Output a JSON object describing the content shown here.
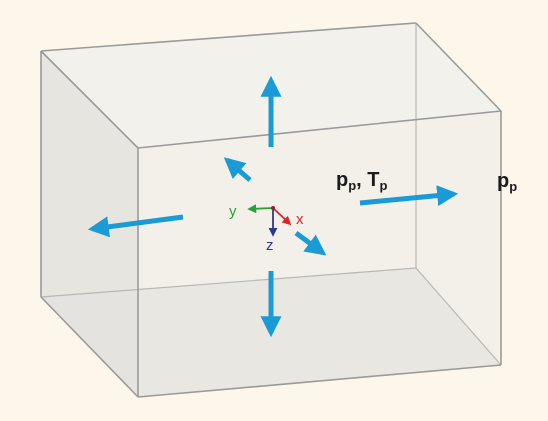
{
  "diagram": {
    "labels": {
      "inner_symbol": "p",
      "inner_sub": "p",
      "inner_separator": ", ",
      "inner_symbol2": "T",
      "inner_sub2": "p",
      "outer_symbol": "p",
      "outer_sub": "p"
    },
    "axes": {
      "x": "x",
      "y": "y",
      "z": "z"
    },
    "colors": {
      "background": "#fdf6ea",
      "box_edge": "#9a9a9a",
      "box_face": "#e9e9e6",
      "arrow": "#1a9ad6",
      "axis_x": "#d8262a",
      "axis_y": "#2f9e3a",
      "axis_z": "#2c3a8c"
    }
  }
}
